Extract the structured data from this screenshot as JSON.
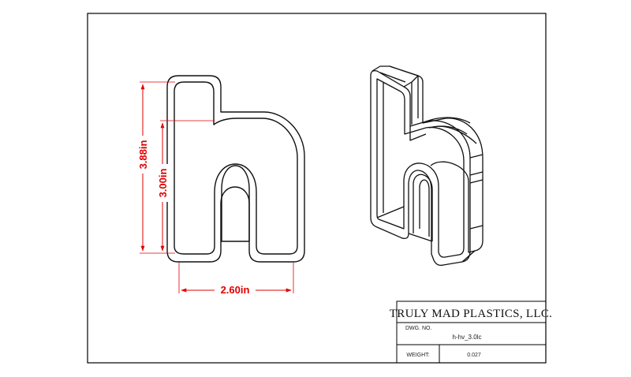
{
  "drawing": {
    "dimensions": {
      "overall_height": "3.88in",
      "inner_height": "3.00in",
      "width": "2.60in"
    },
    "colors": {
      "dimension": "#e00000",
      "outline": "#111111",
      "frame": "#000000"
    }
  },
  "title_block": {
    "company": "TRULY MAD PLASTICS, LLC.",
    "dwg_no_label": "DWG. NO.",
    "dwg_no_value": "h-hv_3.0lc",
    "weight_label": "WEIGHT:",
    "weight_value": "0.027"
  }
}
